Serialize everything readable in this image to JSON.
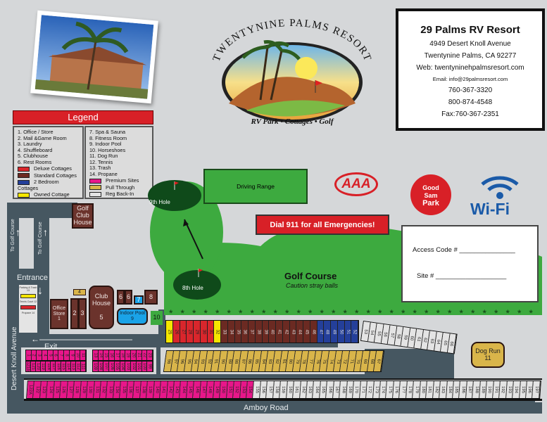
{
  "logo": {
    "arc_text": "TWENTYNINE PALMS RESORT",
    "sub_text": "RV Park • Cottages • Golf"
  },
  "info": {
    "name": "29 Palms RV Resort",
    "address": "4949 Desert Knoll Avenue",
    "city": "Twentynine Palms, CA 92277",
    "web": "Web: twentyninehpalmsresort.com",
    "email": "Email: info@29palmsresort.com",
    "phone1": "760-367-3320",
    "phone2": "800-874-4548",
    "fax": "Fax:760-367-2351"
  },
  "legend": {
    "title": "Legend",
    "left": [
      "1. Office / Store",
      "2. Mail &Game Room",
      "3. Laundry",
      "4. Shuffleboard",
      "5. Clubhouse",
      "6. Rest Rooms"
    ],
    "left_swatches": [
      {
        "label": "Deluxe Cottages",
        "color": "#d9262c"
      },
      {
        "label": "Standard Cottages",
        "color": "#6b2a22"
      },
      {
        "label": "2 Bedroom Cottages",
        "color": "#243f9a"
      },
      {
        "label": "Owned Cottage",
        "color": "#f5e600"
      }
    ],
    "right": [
      "7. Spa & Sauna",
      "8. Fitness Room",
      "9. Indoor Pool",
      "10. Horseshoes",
      "11. Dog Run",
      "12. Tennis",
      "13. Trash",
      "14. Propane"
    ],
    "right_swatches": [
      {
        "label": "Premium Sites",
        "color": "#e8168a"
      },
      {
        "label": "Pull Through",
        "color": "#d9b54a"
      },
      {
        "label": "Reg Back-In",
        "color": "#e4e4e4"
      }
    ]
  },
  "golf": {
    "driving_range": "Driving Range",
    "hole9": "9th Hole",
    "hole8": "8th Hole",
    "course": "Golf Course",
    "caution": "Caution stray balls",
    "emergency": "Dial 911 for all Emergencies!"
  },
  "access": {
    "code_label": "Access Code # _______________",
    "site_label": "Site # ___________________"
  },
  "badges": {
    "aaa": "AAA",
    "goodsam_top": "Good",
    "goodsam_mid": "Sam",
    "goodsam_bot": "Park",
    "wifi": "Wi-Fi"
  },
  "roads": {
    "to_golf1": "To Golf Course",
    "to_golf2": "To Golf Course",
    "entrance": "Entrance",
    "exit": "Exit",
    "desert_knoll": "Desert Knoll Avenue",
    "amboy": "Amboy Road"
  },
  "buildings": {
    "golf_club": "Golf Club House",
    "office": "Office Store 1",
    "b2": "2",
    "b3": "3",
    "b4": "4",
    "club": "Club House",
    "club_num": "5",
    "b6a": "6",
    "b6b": "6",
    "b7": "7",
    "b8": "8",
    "pool": "Indoor Pool",
    "pool_num": "9",
    "b10": "10",
    "dog": "Dog Run",
    "dog_num": "11",
    "parking": "Parking & Trash 13",
    "tennis": "Tennis Court 12",
    "propane": "Propane 14"
  },
  "colors": {
    "premium": "#e8168a",
    "pull": "#d9b54a",
    "reg": "#e4e4e4",
    "deluxe": "#d9262c",
    "standard": "#6b2a22",
    "bedroom2": "#243f9a",
    "owned": "#f5e600"
  },
  "site_rows": {
    "top": [
      {
        "t": "owned",
        "s": [
          "25"
        ]
      },
      {
        "t": "deluxe",
        "from": 26,
        "to": 31
      },
      {
        "t": "owned",
        "s": [
          "32"
        ]
      },
      {
        "t": "standard",
        "from": 33,
        "to": 46
      },
      {
        "t": "bedroom2",
        "from": 47,
        "to": 52
      }
    ],
    "angled": [
      {
        "t": "reg",
        "from": 53,
        "to": 66
      }
    ],
    "pull": [
      {
        "t": "pull",
        "from": 98,
        "to": 67
      }
    ],
    "blockA_top": [
      {
        "t": "premium",
        "from": 1,
        "to": 11
      }
    ],
    "blockA_bot": [
      {
        "t": "premium",
        "s": [
          "121b",
          "121"
        ]
      },
      {
        "t": "premium",
        "from": 120,
        "to": 111
      }
    ],
    "blockB_top": [
      {
        "t": "premium",
        "from": 13,
        "to": 23
      }
    ],
    "blockB_bot": [
      {
        "t": "premium",
        "from": 109,
        "to": 99
      }
    ],
    "bottom": [
      {
        "t": "premium",
        "s": [
          "122A"
        ]
      },
      {
        "t": "premium",
        "from": 122,
        "to": 154
      },
      {
        "t": "reg",
        "from": 155,
        "to": 197
      }
    ]
  }
}
